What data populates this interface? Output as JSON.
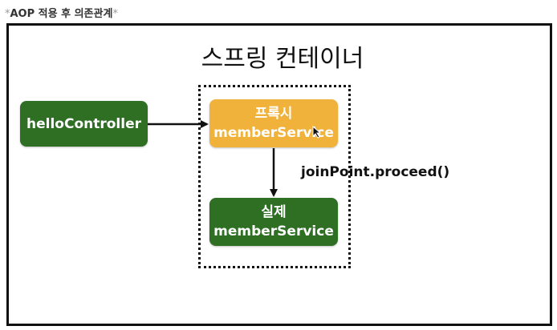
{
  "caption": {
    "prefix": "*",
    "text": "AOP 적용 후 의존관계",
    "suffix": "*"
  },
  "diagram": {
    "title": "스프링 컨테이너",
    "nodes": {
      "hello_controller": {
        "label": "helloController",
        "color": "#2e6f24"
      },
      "proxy_service": {
        "line1": "프록시",
        "line2": "memberService",
        "color": "#f0b23a"
      },
      "real_service": {
        "line1": "실제",
        "line2": "memberService",
        "color": "#2e6f24"
      }
    },
    "edge_label": "joinPoint.proceed()"
  }
}
